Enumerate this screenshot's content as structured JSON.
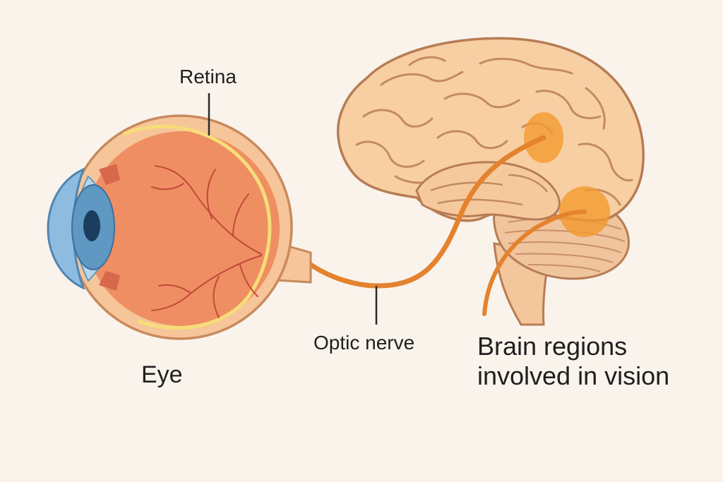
{
  "labels": {
    "retina": "Retina",
    "optic_nerve": "Optic nerve",
    "eye": "Eye",
    "brain_regions": "Brain regions involved in vision"
  },
  "colors": {
    "background": "#f9f3ec",
    "eye_outer": "#f6c59a",
    "eye_inner": "#ef8e62",
    "retina_line": "#f7dd7a",
    "iris": "#5f98c2",
    "brain": "#f7cfa3",
    "brain_outline": "#b77c55",
    "pathway": "#e4822e",
    "highlight": "#f29a2e"
  }
}
